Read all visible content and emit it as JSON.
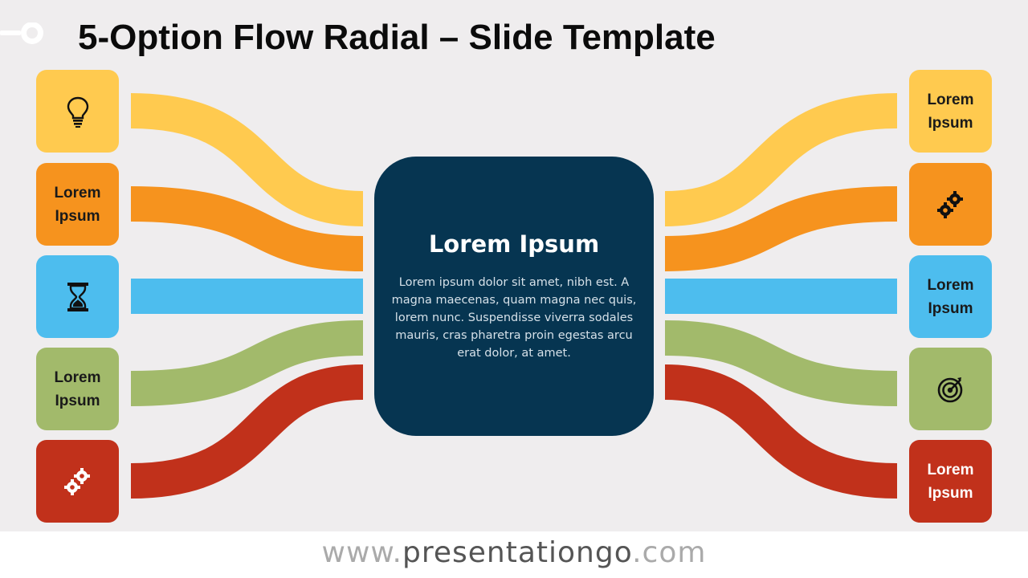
{
  "title": "5-Option Flow Radial – Slide Template",
  "footer": {
    "prefix": "www.",
    "brand": "presentationgo",
    "suffix": ".com"
  },
  "center": {
    "title": "Lorem Ipsum",
    "body": "Lorem ipsum dolor sit amet, nibh est. A magna maecenas, quam magna nec quis, lorem nunc. Suspendisse viverra sodales mauris, cras pharetra proin egestas arcu erat dolor, at amet."
  },
  "colors": {
    "yellow": "#ffca4f",
    "orange": "#f6931e",
    "blue": "#4dbdee",
    "green": "#a2ba6b",
    "red": "#c1311b",
    "center": "#063551"
  },
  "left_items": [
    {
      "type": "icon",
      "icon": "lightbulb-icon",
      "color": "#ffca4f"
    },
    {
      "type": "text",
      "line1": "Lorem",
      "line2": "Ipsum",
      "color": "#f6931e"
    },
    {
      "type": "icon",
      "icon": "hourglass-icon",
      "color": "#4dbdee"
    },
    {
      "type": "text",
      "line1": "Lorem",
      "line2": "Ipsum",
      "color": "#a2ba6b"
    },
    {
      "type": "icon",
      "icon": "gears-icon",
      "color": "#c1311b"
    }
  ],
  "right_items": [
    {
      "type": "text",
      "line1": "Lorem",
      "line2": "Ipsum",
      "color": "#ffca4f"
    },
    {
      "type": "icon",
      "icon": "gears-icon",
      "color": "#f6931e"
    },
    {
      "type": "text",
      "line1": "Lorem",
      "line2": "Ipsum",
      "color": "#4dbdee"
    },
    {
      "type": "icon",
      "icon": "target-icon",
      "color": "#a2ba6b"
    },
    {
      "type": "text",
      "line1": "Lorem",
      "line2": "Ipsum",
      "color": "#c1311b"
    }
  ]
}
